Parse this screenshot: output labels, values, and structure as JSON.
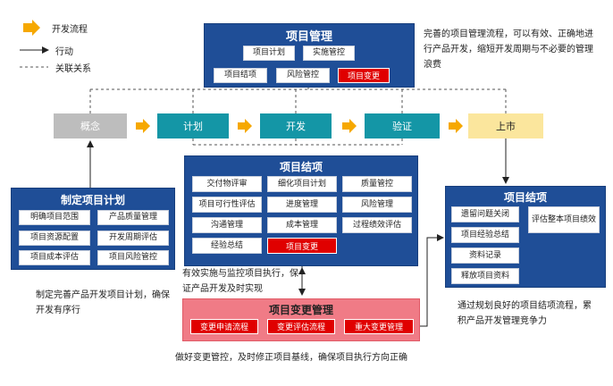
{
  "colors": {
    "panel_blue": "#1f4e97",
    "phase_teal": "#1496a6",
    "phase_gray": "#bdbdbd",
    "phase_yellow": "#fbe69d",
    "arrow_orange": "#f6a800",
    "alert_red": "#e00000",
    "change_panel_pink": "#f07b86"
  },
  "legend": {
    "flow": "开发流程",
    "action": "行动",
    "relation": "关联关系"
  },
  "top_panel": {
    "title": "项目管理",
    "row1": [
      "项目计划",
      "实施管控"
    ],
    "row2": [
      "项目结项",
      "风险管控"
    ],
    "highlight": "项目变更"
  },
  "top_note": "完善的项目管理流程，可以有效、正确地进行产品开发，缩短开发周期与不必要的管理浪费",
  "phases": [
    "概念",
    "计划",
    "开发",
    "验证",
    "上市"
  ],
  "left_panel": {
    "title": "制定项目计划",
    "items": [
      "明确项目范围",
      "产品质量管理",
      "项目资源配置",
      "开发周期评估",
      "项目成本评估",
      "项目风险管控"
    ]
  },
  "left_note": "制定完善产品开发项目计划，确保开发有序行",
  "center_panel": {
    "title": "项目结项",
    "items": [
      "交付物评审",
      "细化项目计划",
      "质量管控",
      "项目可行性评估",
      "进度管理",
      "风险管理",
      "沟通管理",
      "成本管理",
      "过程绩效评估",
      "经验总结"
    ],
    "highlight": "项目变更"
  },
  "center_note": "有效实施与监控项目执行，保证产品开发及时实现",
  "change_panel": {
    "title": "项目变更管理",
    "items": [
      "变更申请流程",
      "变更评估流程",
      "重大变更管理"
    ]
  },
  "bottom_note": "做好变更管控，及时修正项目基线，确保项目执行方向正确",
  "right_panel": {
    "title": "项目结项",
    "left_items": [
      "遗留问题关闭",
      "项目经验总结",
      "资料记录",
      "释放项目资料"
    ],
    "right_item": "评估整本项目绩效"
  },
  "right_note": "通过规划良好的项目结项流程，累积产品开发管理竞争力"
}
